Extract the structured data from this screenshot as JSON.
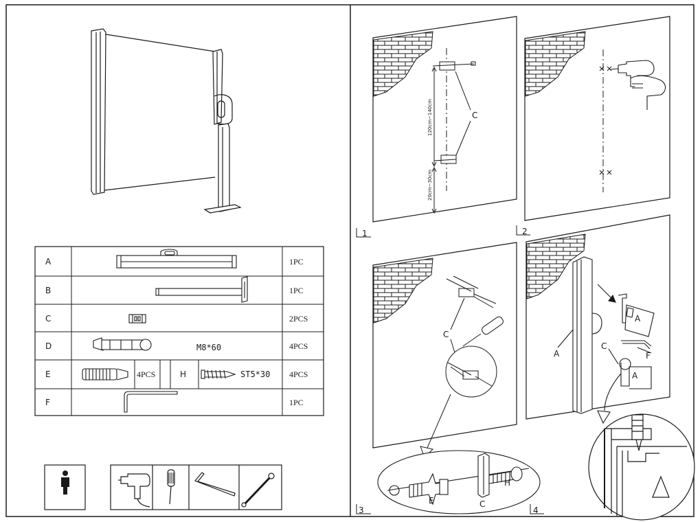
{
  "parts_table": {
    "rows": [
      {
        "letter": "A",
        "qty": "1PC"
      },
      {
        "letter": "B",
        "qty": "1PC"
      },
      {
        "letter": "C",
        "qty": "2PCS"
      },
      {
        "letter": "D",
        "spec": "M8*60",
        "qty": "4PCS"
      },
      {
        "letter": "E",
        "qty": "4PCS",
        "letter2": "H",
        "spec2": "ST5*30",
        "qty2": "4PCS"
      },
      {
        "letter": "F",
        "qty": "1PC"
      }
    ]
  },
  "steps": {
    "step1": {
      "number": "1",
      "callout": "C",
      "dim_upper": "120cm~140cm",
      "dim_lower": "20cm~30cm"
    },
    "step2": {
      "number": "2"
    },
    "step3": {
      "number": "3",
      "callout_c": "C",
      "detail_e": "E",
      "detail_c": "C",
      "detail_h": "H"
    },
    "step4": {
      "number": "4",
      "label_a": "A",
      "label_c": "C",
      "label_f": "F",
      "label_a_box1": "A",
      "label_a_box2": "A"
    }
  },
  "tools": [
    "person-icon",
    "drill-icon",
    "screwdriver-icon",
    "hex-key-icon",
    "wrench-icon"
  ]
}
